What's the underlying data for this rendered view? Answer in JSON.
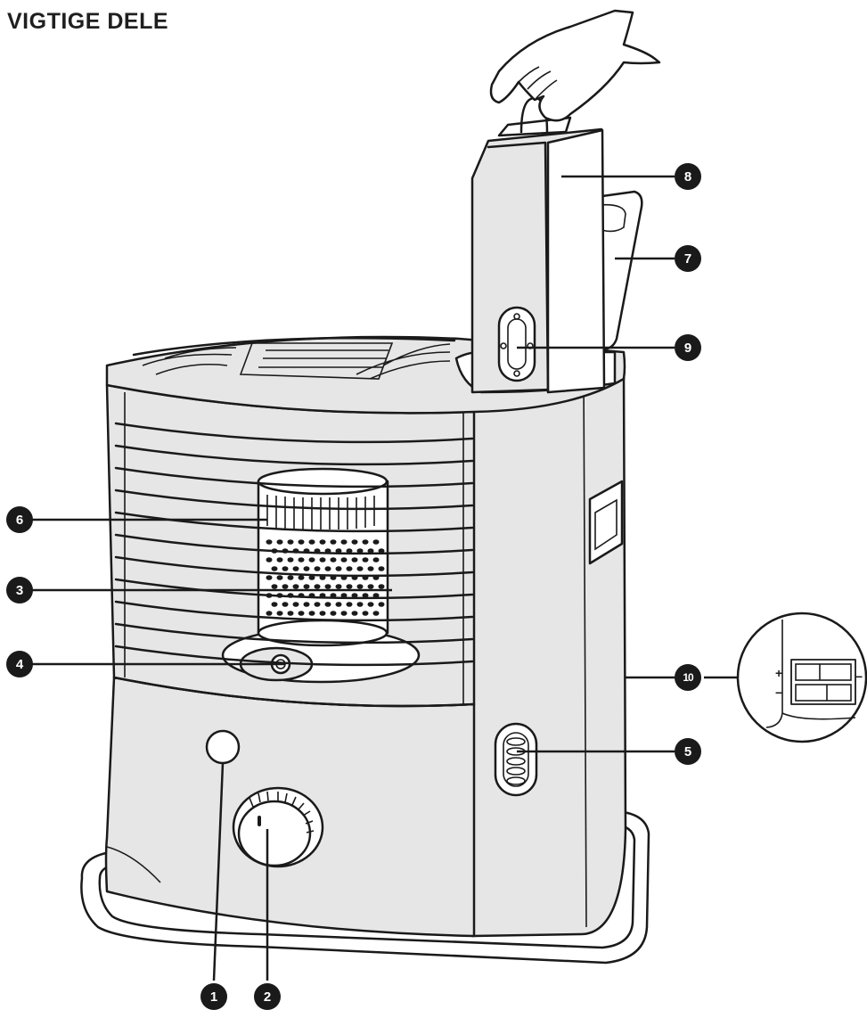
{
  "title": "VIGTIGE DELE",
  "callouts": [
    {
      "id": "callout-1",
      "label": "1"
    },
    {
      "id": "callout-2",
      "label": "2"
    },
    {
      "id": "callout-3",
      "label": "3"
    },
    {
      "id": "callout-4",
      "label": "4"
    },
    {
      "id": "callout-5",
      "label": "5"
    },
    {
      "id": "callout-6",
      "label": "6"
    },
    {
      "id": "callout-7",
      "label": "7"
    },
    {
      "id": "callout-8",
      "label": "8"
    },
    {
      "id": "callout-9",
      "label": "9"
    },
    {
      "id": "callout-10",
      "label": "10"
    }
  ],
  "battery_inset": {
    "plus": "+",
    "minus": "−"
  },
  "colors": {
    "line": "#1a1a1a",
    "body": "#e6e6e6",
    "background": "#ffffff"
  }
}
